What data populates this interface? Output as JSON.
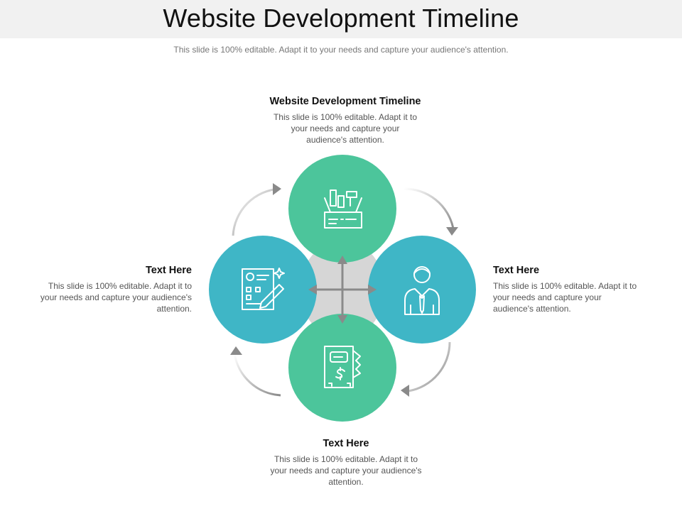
{
  "header": {
    "title": "Website Development Timeline",
    "subtitle": "This slide is 100% editable. Adapt it to your needs and capture your audience's attention."
  },
  "nodes": {
    "top": {
      "heading": "Website Development Timeline",
      "body": "This slide is 100% editable. Adapt it to your needs and capture your audience's attention.",
      "icon": "toolbox-icon",
      "color": "#4cc59b"
    },
    "left": {
      "heading": "Text Here",
      "body": "This slide is 100% editable. Adapt it to your needs and capture your audience's attention.",
      "icon": "checklist-pen-icon",
      "color": "#3fb6c6"
    },
    "right": {
      "heading": "Text Here",
      "body": "This slide is 100% editable. Adapt it to your needs and capture your audience's attention.",
      "icon": "businessman-icon",
      "color": "#3fb6c6"
    },
    "bottom": {
      "heading": "Text Here",
      "body": "This slide is 100% editable. Adapt it to your needs and capture your audience's attention.",
      "icon": "invoice-icon",
      "color": "#4cc59b"
    }
  },
  "colors": {
    "green": "#4cc59b",
    "teal": "#3fb6c6",
    "center": "#d6d6d6",
    "arrow": "#8a8a8a"
  }
}
